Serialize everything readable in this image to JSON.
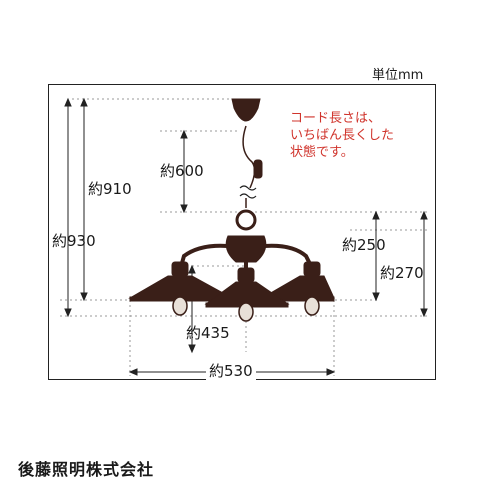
{
  "unit_label": "単位mm",
  "note_lines": [
    "コード長さは、",
    "いちばん長くした",
    "状態です。"
  ],
  "dimensions": {
    "d910": "約910",
    "d930": "約930",
    "d600": "約600",
    "d250": "約250",
    "d270": "約270",
    "d435": "約435",
    "d530": "約530"
  },
  "brand": "後藤照明株式会社",
  "colors": {
    "note": "#d0342c",
    "lamp": "#3a1f18",
    "line": "#222222"
  }
}
